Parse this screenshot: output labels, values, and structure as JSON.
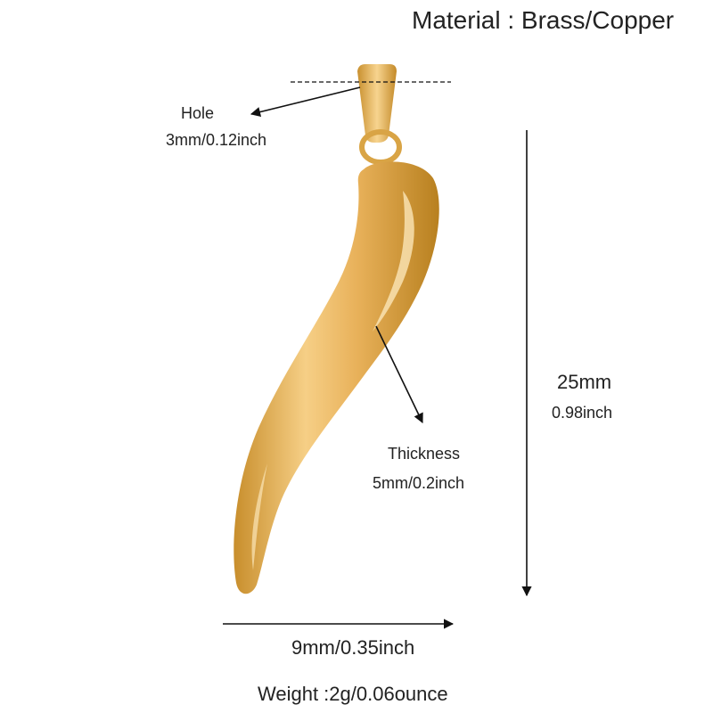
{
  "title": "Material : Brass/Copper",
  "hole": {
    "label": "Hole",
    "size": "3mm/0.12inch"
  },
  "length": {
    "mm": "25mm",
    "inch": "0.98inch"
  },
  "thickness": {
    "label": "Thickness",
    "size": "5mm/0.2inch"
  },
  "width": {
    "size": "9mm/0.35inch"
  },
  "weight": "Weight :2g/0.06ounce",
  "colors": {
    "gold_light": "#f6cf86",
    "gold_mid": "#e0a94a",
    "gold_dark": "#b8801f",
    "text": "#222222"
  },
  "icons": [
    "horn-pendant-image",
    "dimension-arrow"
  ]
}
